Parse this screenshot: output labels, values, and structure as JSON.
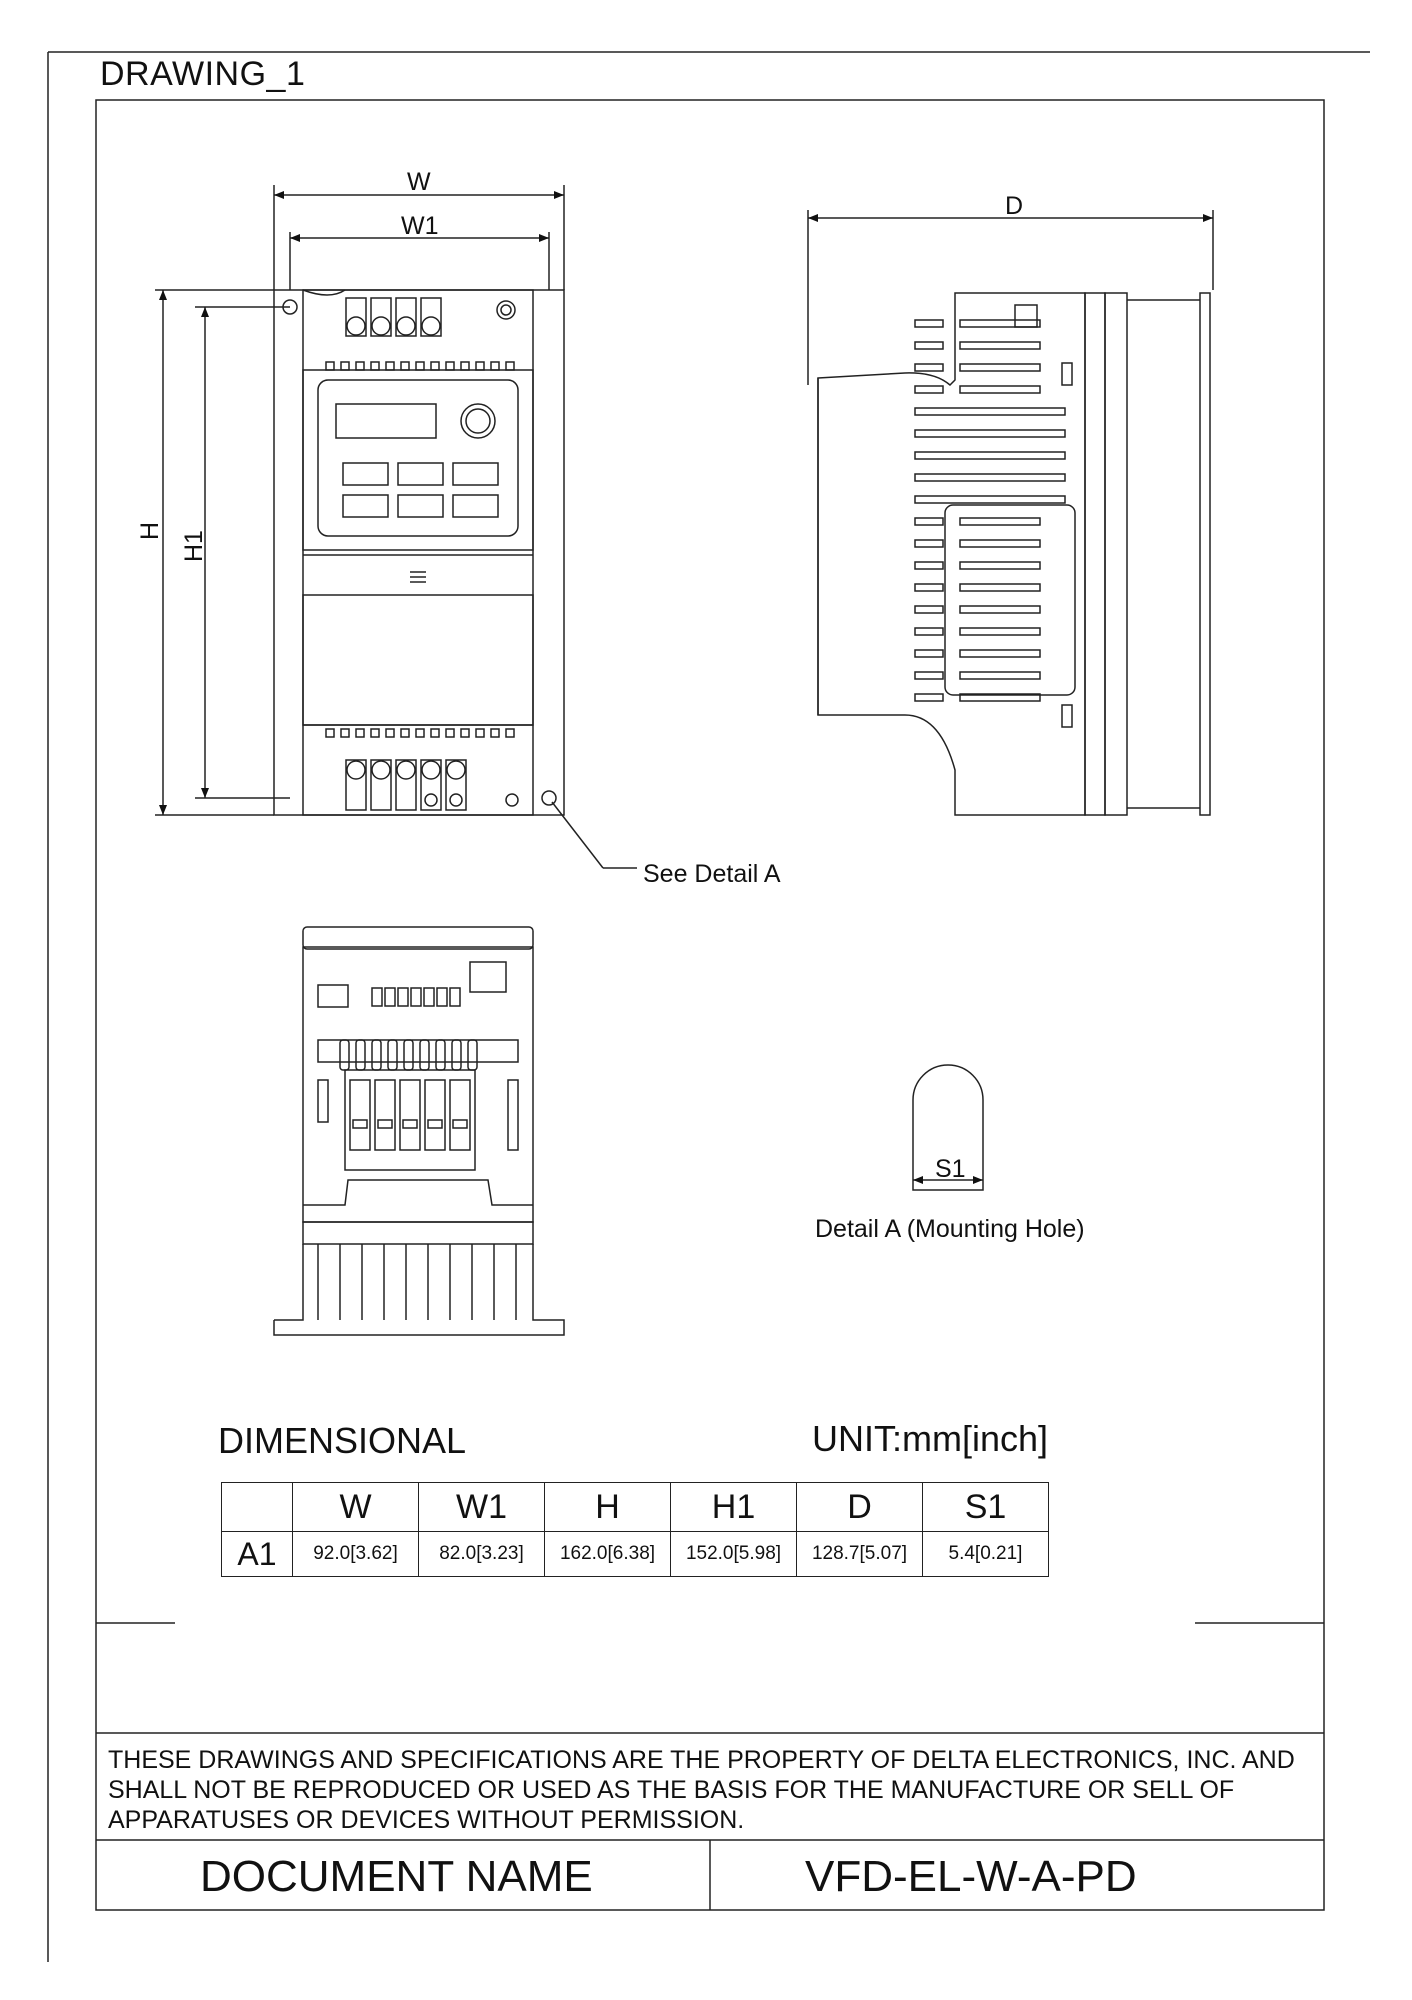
{
  "drawing_label": "DRAWING_1",
  "dimension_labels": {
    "w": "W",
    "w1": "W1",
    "h": "H",
    "h1": "H1",
    "d": "D",
    "s1": "S1"
  },
  "callout": "See Detail A",
  "detail_caption": "Detail A (Mounting Hole)",
  "table": {
    "title": "DIMENSIONAL",
    "unit": "UNIT:mm[inch]",
    "headers": [
      "",
      "W",
      "W1",
      "H",
      "H1",
      "D",
      "S1"
    ],
    "rows": [
      {
        "label": "A1",
        "values": [
          "92.0[3.62]",
          "82.0[3.23]",
          "162.0[6.38]",
          "152.0[5.98]",
          "128.7[5.07]",
          "5.4[0.21]"
        ]
      }
    ]
  },
  "notice": "THESE DRAWINGS AND SPECIFICATIONS ARE THE PROPERTY OF DELTA ELECTRONICS, INC. AND SHALL NOT BE REPRODUCED OR USED AS THE BASIS FOR THE MANUFACTURE OR SELL OF APPARATUSES OR DEVICES WITHOUT PERMISSION.",
  "document_name_label": "DOCUMENT NAME",
  "document_name_value": "VFD-EL-W-A-PD"
}
